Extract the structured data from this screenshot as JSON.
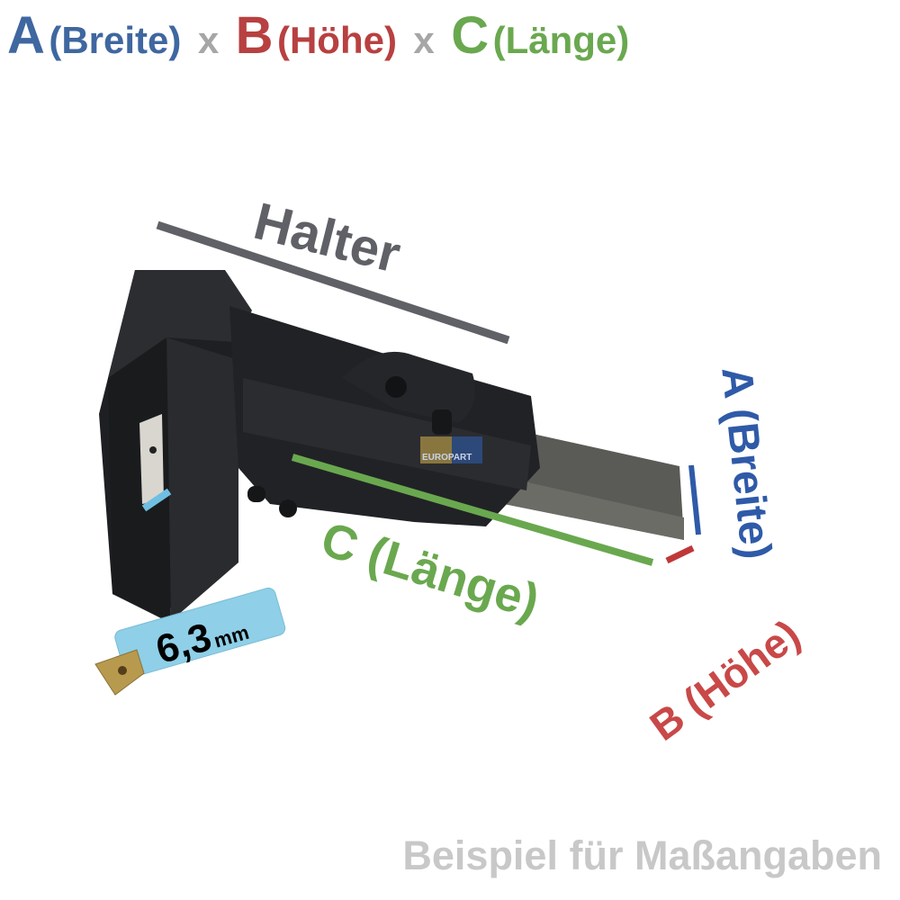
{
  "header": {
    "a_letter": "A",
    "a_label": "(Breite)",
    "sep1": "x",
    "b_letter": "B",
    "b_label": "(Höhe)",
    "sep2": "x",
    "c_letter": "C",
    "c_label": "(Länge)"
  },
  "labels": {
    "halter": "Halter",
    "c_length": "C (Länge)",
    "a_width": "A (Breite)",
    "b_height": "B (Höhe)",
    "terminal_size": "6,3",
    "terminal_unit": "mm",
    "watermark": "EUROPART"
  },
  "footer": {
    "caption": "Beispiel für Maßangaben"
  },
  "colors": {
    "a_blue": "#3f67a0",
    "b_red": "#b84040",
    "c_green": "#6aa84f",
    "separator_gray": "#a6a6a6",
    "halter_gray": "#5f6166",
    "footer_gray": "#c8c8c8",
    "badge_blue": "#8fcfe8",
    "marker_blue": "#2f5aa8",
    "marker_red": "#c0373a",
    "marker_lightblue": "#6fbfe3"
  }
}
